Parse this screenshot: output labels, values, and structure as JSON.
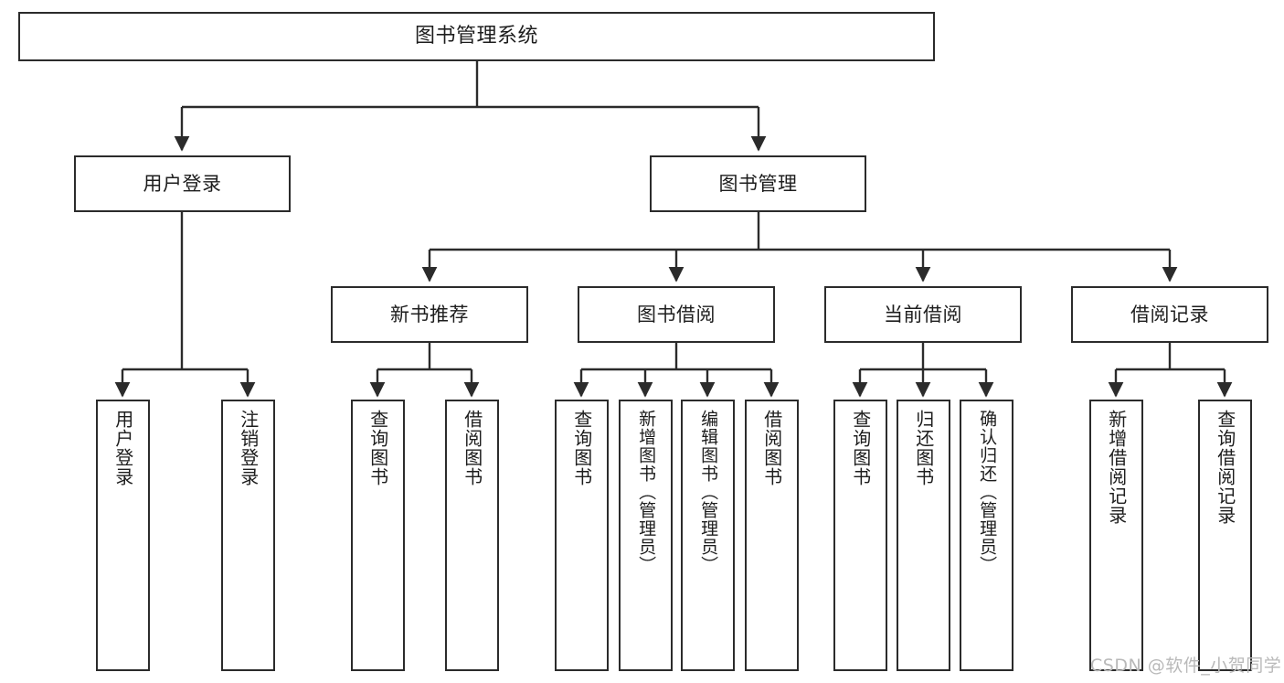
{
  "diagram": {
    "title": "图书管理系统",
    "type": "tree-hierarchy",
    "root": {
      "label": "图书管理系统"
    },
    "level2": [
      {
        "id": "user-login",
        "label": "用户登录"
      },
      {
        "id": "book-management",
        "label": "图书管理"
      }
    ],
    "level3": [
      {
        "id": "new-book-recommend",
        "label": "新书推荐"
      },
      {
        "id": "book-borrow",
        "label": "图书借阅"
      },
      {
        "id": "current-borrow",
        "label": "当前借阅"
      },
      {
        "id": "borrow-record",
        "label": "借阅记录"
      }
    ],
    "leaves": {
      "user_login": [
        {
          "id": "leaf-user-login",
          "label": "用户登录"
        },
        {
          "id": "leaf-logout-login",
          "label": "注销登录"
        }
      ],
      "new_book_recommend": [
        {
          "id": "leaf-query-book-1",
          "label": "查询图书"
        },
        {
          "id": "leaf-borrow-book-1",
          "label": "借阅图书"
        }
      ],
      "book_borrow": [
        {
          "id": "leaf-query-book-2",
          "label": "查询图书"
        },
        {
          "id": "leaf-add-book",
          "label": "新增图书（管理员）"
        },
        {
          "id": "leaf-edit-book",
          "label": "编辑图书（管理员）"
        },
        {
          "id": "leaf-borrow-book-2",
          "label": "借阅图书"
        }
      ],
      "current_borrow": [
        {
          "id": "leaf-query-book-3",
          "label": "查询图书"
        },
        {
          "id": "leaf-return-book",
          "label": "归还图书"
        },
        {
          "id": "leaf-confirm-return",
          "label": "确认归还（管理员）"
        }
      ],
      "borrow_record": [
        {
          "id": "leaf-add-record",
          "label": "新增借阅记录"
        },
        {
          "id": "leaf-query-record",
          "label": "查询借阅记录"
        }
      ]
    }
  },
  "watermark": {
    "text": "CSDN @软件_小贺同学"
  },
  "colors": {
    "border": "#2b2b2b",
    "background": "#ffffff",
    "text": "#1d1d1d",
    "watermark": "#b9b9b9"
  }
}
